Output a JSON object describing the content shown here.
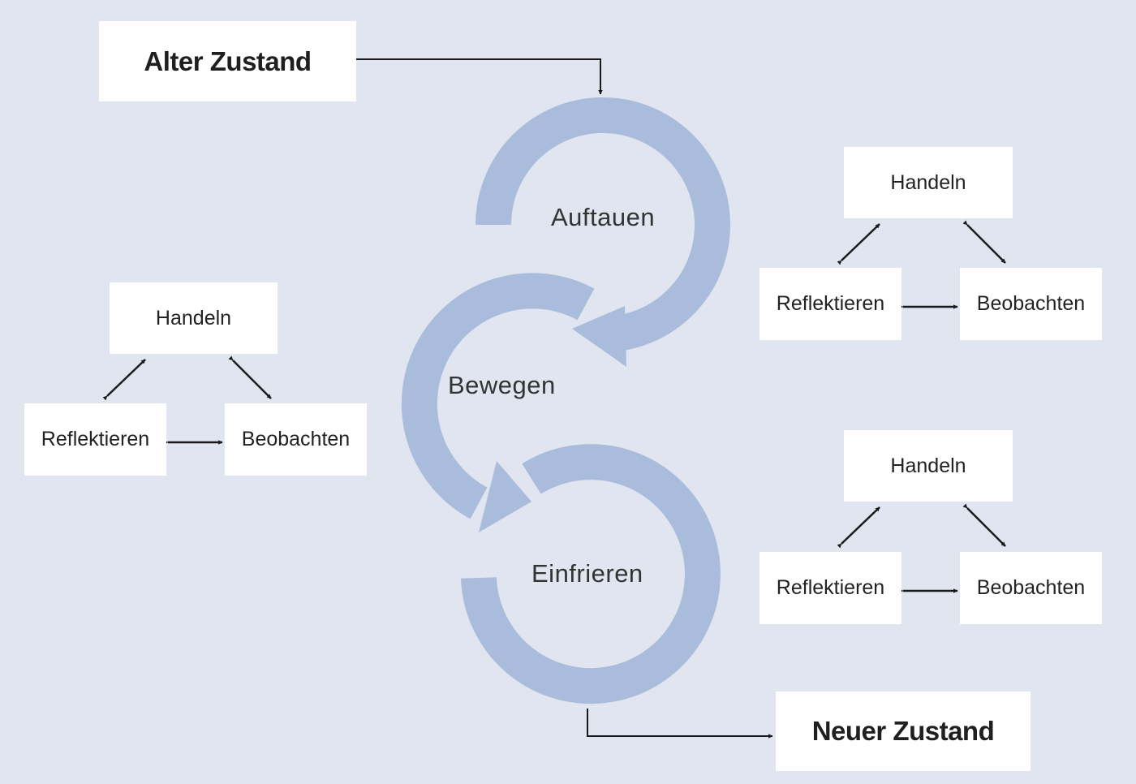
{
  "diagram": {
    "start_state": "Alter Zustand",
    "end_state": "Neuer Zustand",
    "phases": [
      "Auftauen",
      "Bewegen",
      "Einfrieren"
    ],
    "cycles": [
      {
        "top": "Handeln",
        "left": "Reflektieren",
        "right": "Beobachten"
      },
      {
        "top": "Handeln",
        "left": "Reflektieren",
        "right": "Beobachten"
      },
      {
        "top": "Handeln",
        "left": "Reflektieren",
        "right": "Beobachten"
      }
    ]
  },
  "colors": {
    "background": "#e0e5f0",
    "flow_arrow": "#aabcdb",
    "box": "#ffffff",
    "line": "#1a1a1a"
  }
}
